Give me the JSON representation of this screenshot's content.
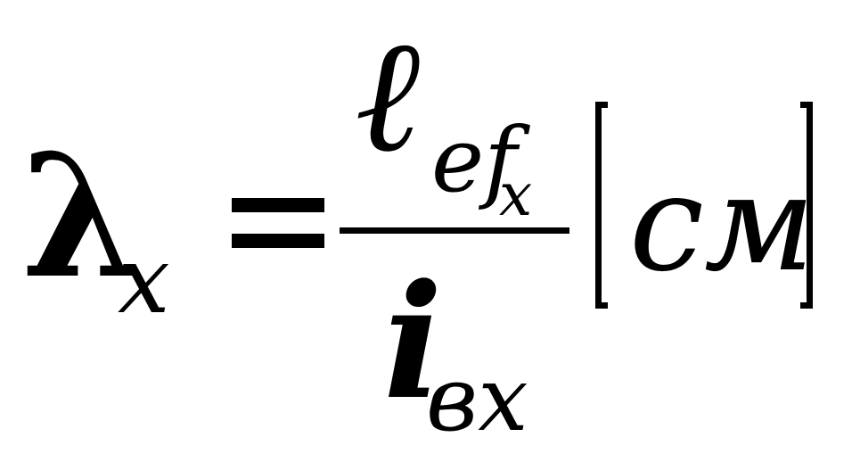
{
  "formula": {
    "lhs": {
      "symbol": "λ",
      "subscript": "x"
    },
    "operator": "=",
    "fraction": {
      "numerator": {
        "symbol": "ℓ",
        "subscript": "ef",
        "sub_subscript": "x"
      },
      "denominator": {
        "symbol": "i",
        "subscript": "вх"
      }
    },
    "unit": {
      "open_bracket": "[",
      "text": "см",
      "close_bracket": "]"
    }
  }
}
